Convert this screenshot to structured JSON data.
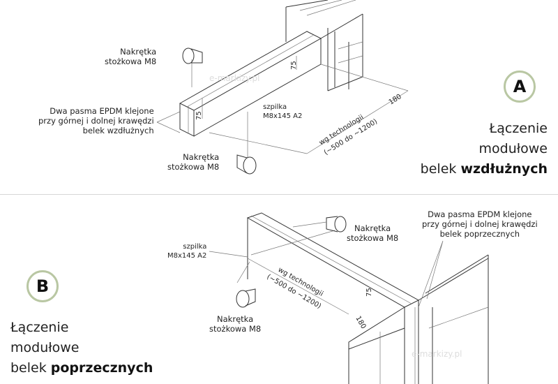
{
  "section_a": {
    "badge": "A",
    "title_line1": "Łączenie",
    "title_line2": "modułowe",
    "title_line3_plain": "belek ",
    "title_line3_bold": "wzdłużnych",
    "nut_top": [
      "Nakrętka",
      "stożkowa M8"
    ],
    "nut_bottom": [
      "Nakrętka",
      "stożkowa M8"
    ],
    "epdm": [
      "Dwa pasma EPDM klejone",
      "przy górnej i dolnej krawędzi",
      "belek wzdłużnych"
    ],
    "stud": [
      "szpilka",
      "M8x145 A2"
    ],
    "length": [
      "wg technologii",
      "(~500 do ~1200)"
    ],
    "dim_75_a": "75",
    "dim_75_b": "75",
    "dim_180": "180",
    "watermark": "e-markizy.pl"
  },
  "section_b": {
    "badge": "B",
    "title_line1": "Łączenie",
    "title_line2": "modułowe",
    "title_line3_plain": "belek ",
    "title_line3_bold": "poprzecznych",
    "nut_top": [
      "Nakrętka",
      "stożkowa M8"
    ],
    "nut_bottom": [
      "Nakrętka",
      "stożkowa M8"
    ],
    "epdm": [
      "Dwa pasma EPDM klejone",
      "przy górnej i dolnej krawędzi",
      "belek poprzecznych"
    ],
    "stud": [
      "szpilka",
      "M8x145 A2"
    ],
    "length": [
      "wg technologii",
      "(~500 do ~1200)"
    ],
    "dim_75": "75",
    "dim_180": "180",
    "watermark": "e-markizy.pl"
  },
  "colors": {
    "badge_ring": "#b9c7a3",
    "divider": "#d6d6d6"
  }
}
